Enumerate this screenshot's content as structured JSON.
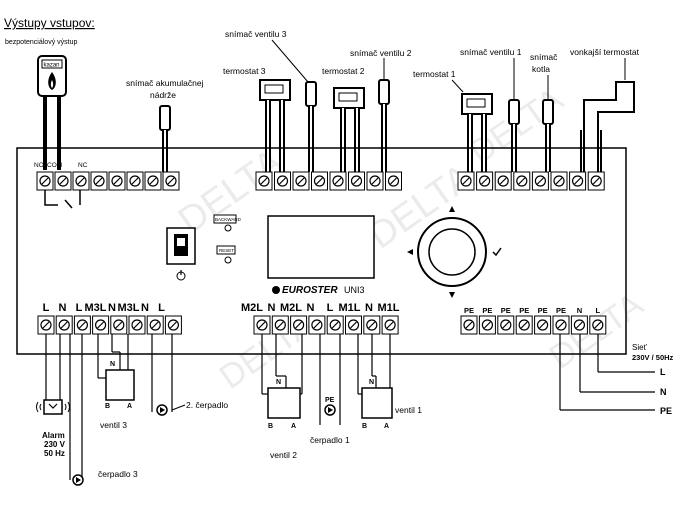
{
  "heading": "Výstupy vstupov:",
  "sub_heading": "bezpotenciálový výstup",
  "top_labels": {
    "kazan": "kazan",
    "akum": [
      "snímač akumulačnej",
      "nádrže"
    ],
    "termostat3": "termostat 3",
    "snimac_ventilu3": "snímač ventilu 3",
    "termostat2": "termostat 2",
    "snimac_ventilu2": "snímač ventilu 2",
    "termostat1": "termostat 1",
    "snimac_ventilu1": "snímač ventilu 1",
    "snimac_kotla": [
      "snímač",
      "kotla"
    ],
    "vonkajsi_termostat": "vonkajší termostat"
  },
  "relay_labels": [
    "NO",
    "COM",
    "NC"
  ],
  "buttons": [
    "BACKWARD",
    "RESET"
  ],
  "brand": "EUROSTER",
  "model": "UNI3",
  "terminal_groups": {
    "left": [
      "L",
      "N",
      "L",
      "M3L",
      "N",
      "M3L",
      "N",
      "L"
    ],
    "middle": [
      "M2L",
      "N",
      "M2L",
      "N",
      "L",
      "M1L",
      "N",
      "M1L"
    ],
    "right": [
      "PE",
      "PE",
      "PE",
      "PE",
      "PE",
      "PE",
      "N",
      "L"
    ]
  },
  "bottom_labels": {
    "alarm": [
      "Alarm",
      "230 V",
      "50 Hz"
    ],
    "ventil3": "ventil 3",
    "cerpadlo2": "2. čerpadlo",
    "cerpadlo3": "čerpadlo 3",
    "ventil2": "ventil 2",
    "cerpadlo1": "čerpadlo 1",
    "ventil1": "ventil 1",
    "siet": [
      "Sieť",
      "230V / 50Hz"
    ],
    "L": "L",
    "N": "N",
    "PE": "PE",
    "N_small": "N",
    "B": "B",
    "A": "A",
    "PE_small": "PE"
  },
  "watermark": "DELTA"
}
